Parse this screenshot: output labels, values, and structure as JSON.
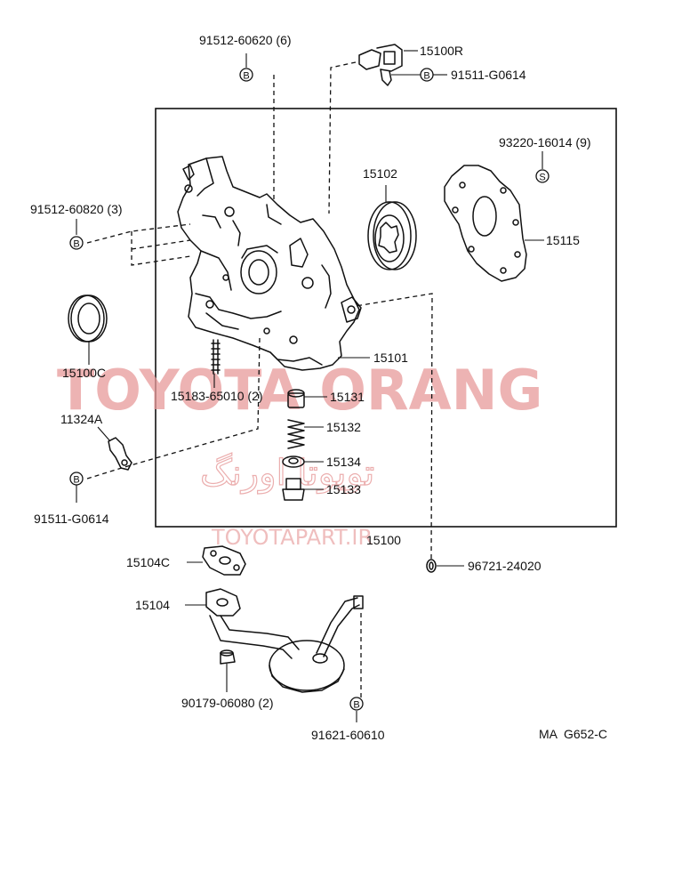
{
  "labels": {
    "bolt_top": "91512-60620 (6)",
    "sensor": "15100R",
    "bolt_sensor": "91511-G0614",
    "screw_cover": "93220-16014 (9)",
    "rotor": "15102",
    "bolt_left": "91512-60820 (3)",
    "cover": "15115",
    "oil_seal": "15100C",
    "pump_body": "15101",
    "stud": "15183-65010 (2)",
    "valve": "15131",
    "spring": "15132",
    "bracket": "11324A",
    "retainer": "15134",
    "plug": "15133",
    "bolt_bracket": "91511-G0614",
    "assembly": "15100",
    "gasket": "15104C",
    "oring": "96721-24020",
    "strainer": "15104",
    "nut": "90179-06080 (2)",
    "bolt_bottom": "91621-60610",
    "diagram_code": "MA  G652-C"
  },
  "markers": {
    "bolt_top": "B",
    "bolt_sensor": "B",
    "screw_cover": "S",
    "bolt_left": "B",
    "bolt_bracket": "B",
    "bolt_bottom": "B"
  },
  "watermark": {
    "brand": "TOYOTA ORANG",
    "persian": "تویوتا اورنگ",
    "site": "TOYOTAPART.IR",
    "color": "#e89a9a"
  }
}
